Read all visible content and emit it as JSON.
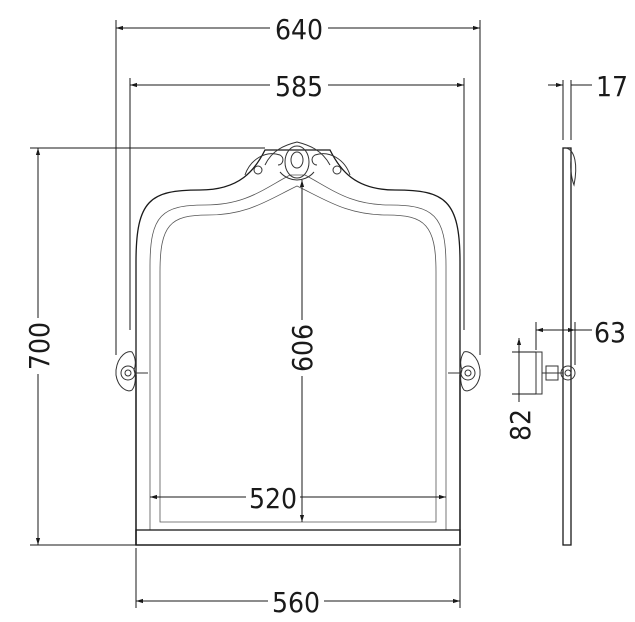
{
  "dimensions": {
    "overall_width": "640",
    "inner_width": "585",
    "overall_height": "700",
    "mirror_height": "606",
    "glass_width": "520",
    "base_width": "560",
    "depth": "17",
    "bracket_projection": "63",
    "bracket_height": "82"
  },
  "colors": {
    "line": "#1a1a1a",
    "background": "#ffffff"
  },
  "icons": [
    "crest-ornament-icon",
    "bracket-left-icon",
    "bracket-right-icon",
    "side-bracket-icon"
  ]
}
